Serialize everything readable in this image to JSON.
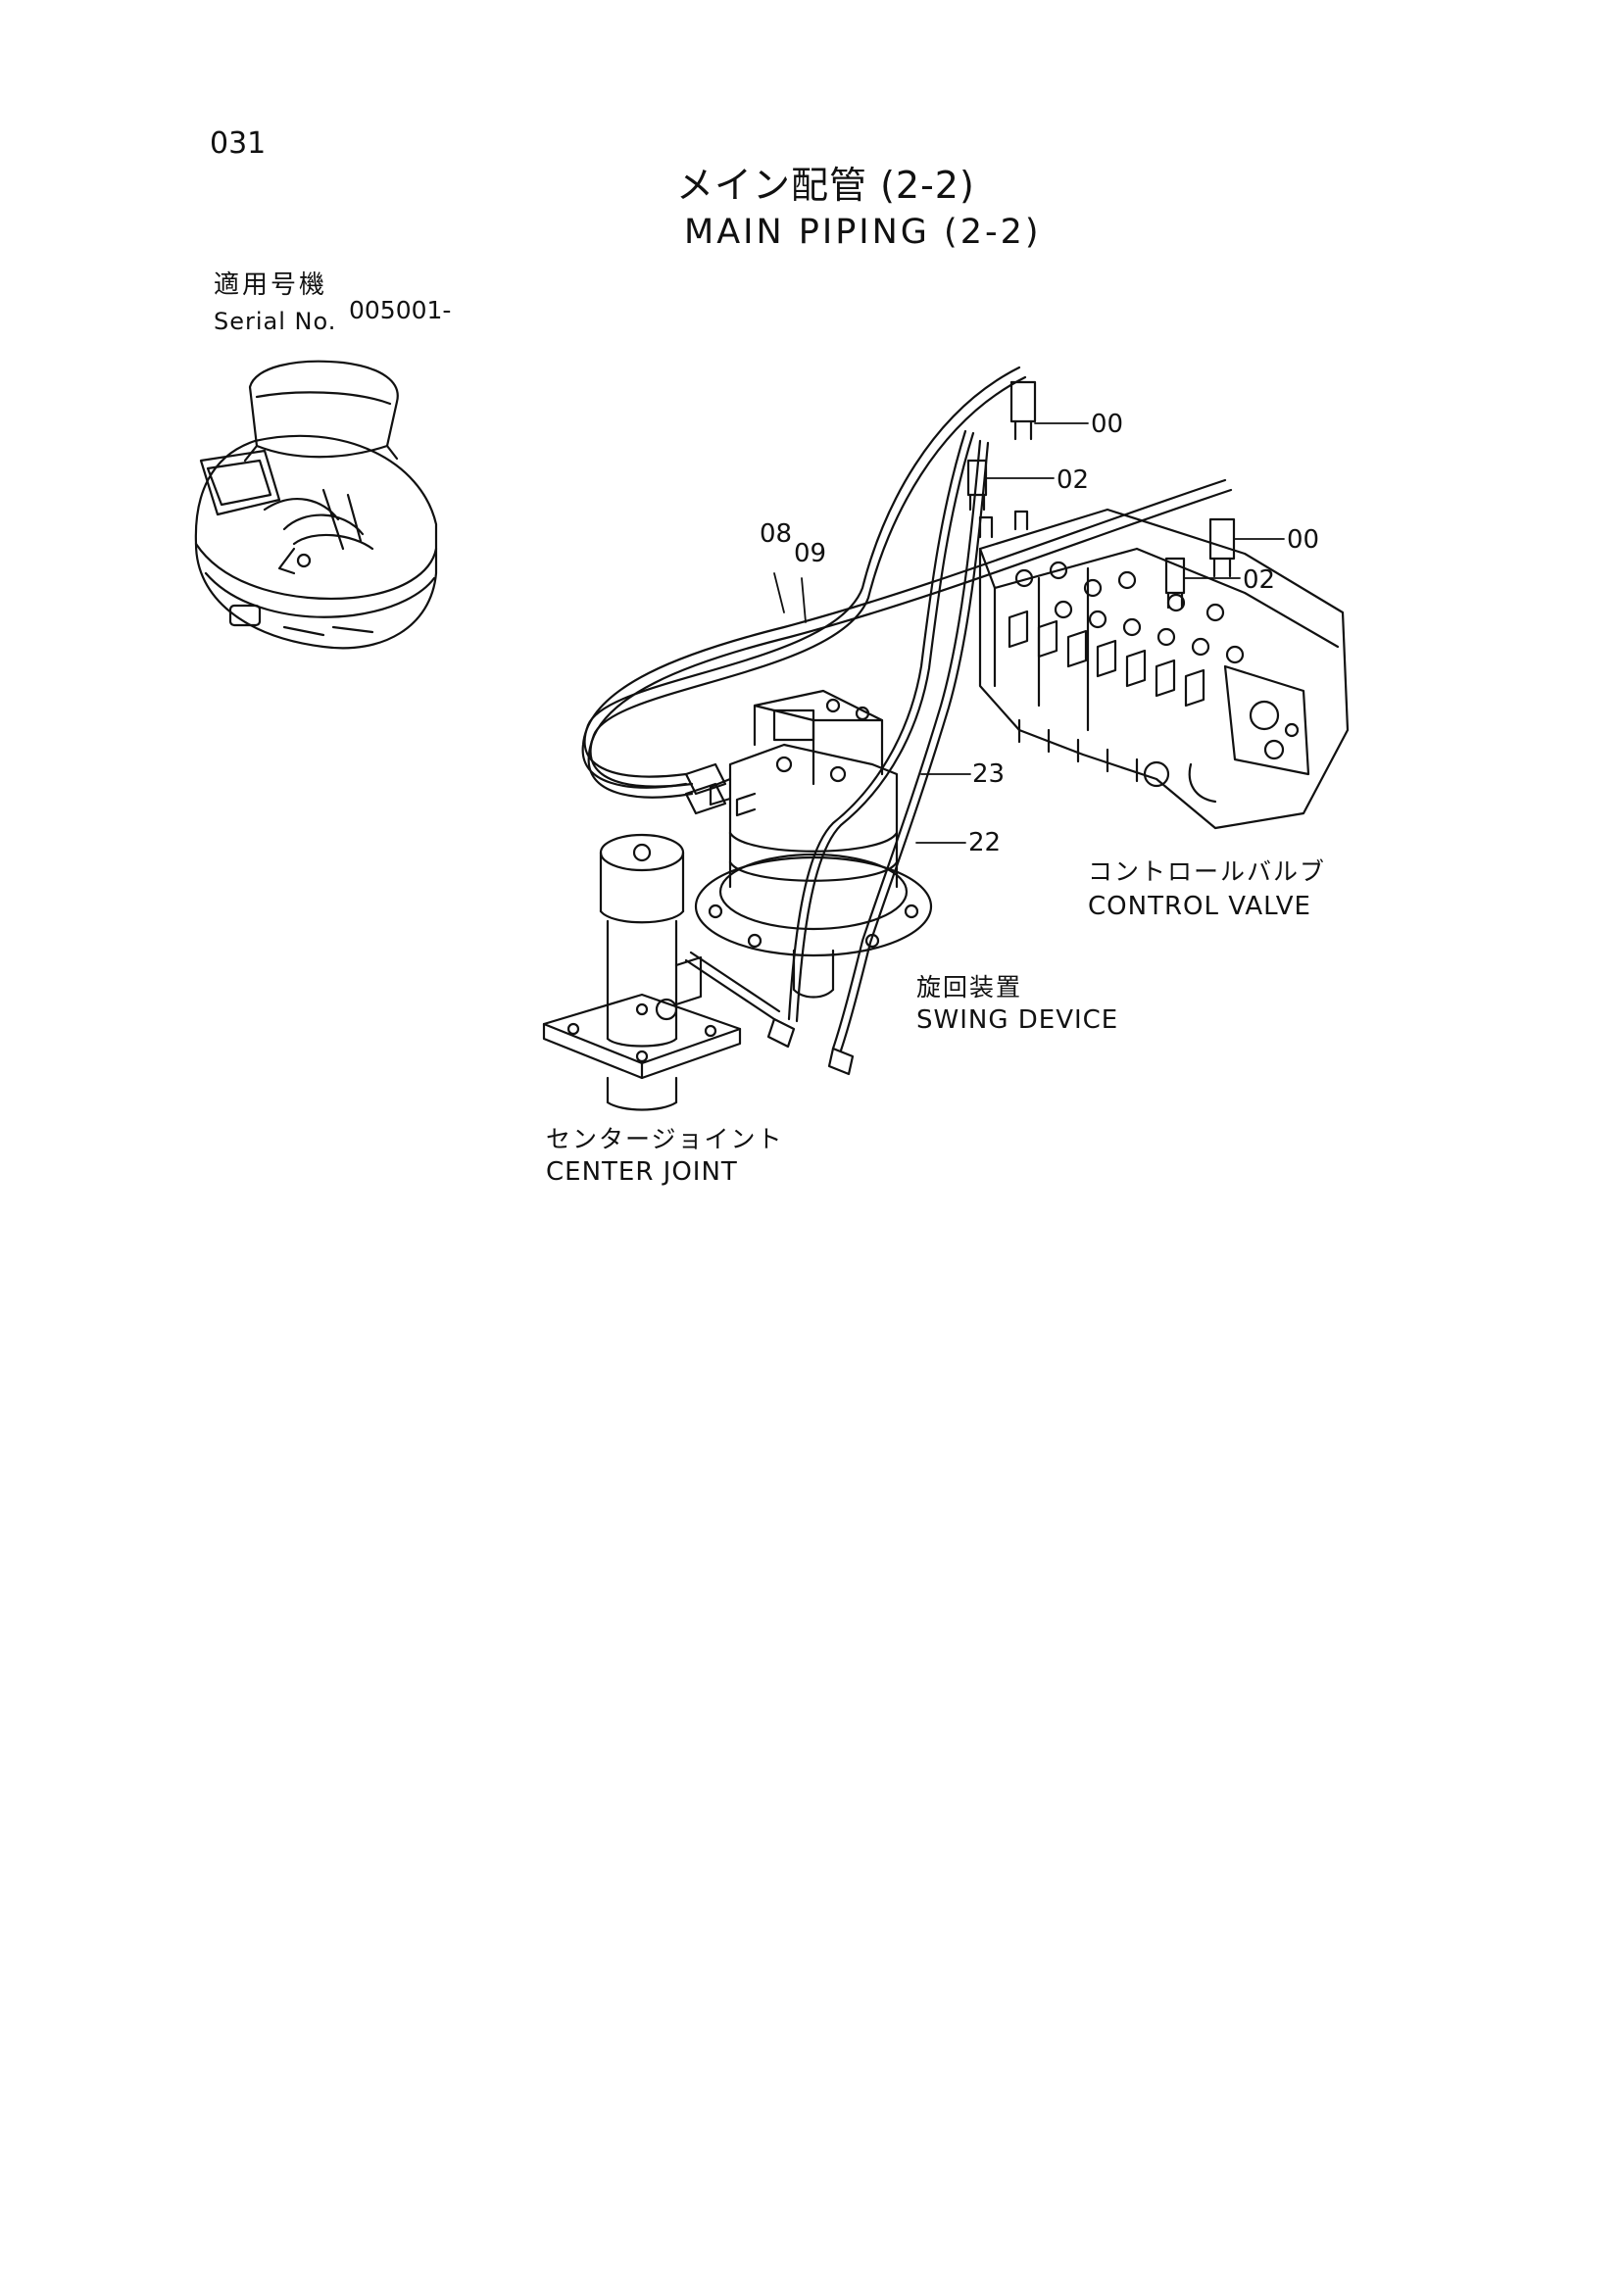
{
  "page_number": "031",
  "title": {
    "jp": "メイン配管 (2-2)",
    "en": "MAIN PIPING (2-2)"
  },
  "serial": {
    "label_jp": "適用号機",
    "label_en": "Serial No.",
    "value": "005001-"
  },
  "components": {
    "control_valve": {
      "jp": "コントロールバルブ",
      "en": "CONTROL VALVE"
    },
    "swing_device": {
      "jp": "旋回装置",
      "en": "SWING DEVICE"
    },
    "center_joint": {
      "jp": "センタージョイント",
      "en": "CENTER JOINT"
    }
  },
  "part_refs": {
    "p00_top": "00",
    "p02_top": "02",
    "p00_right": "00",
    "p02_right": "02",
    "p08": "08",
    "p09": "09",
    "p23": "23",
    "p22": "22"
  }
}
